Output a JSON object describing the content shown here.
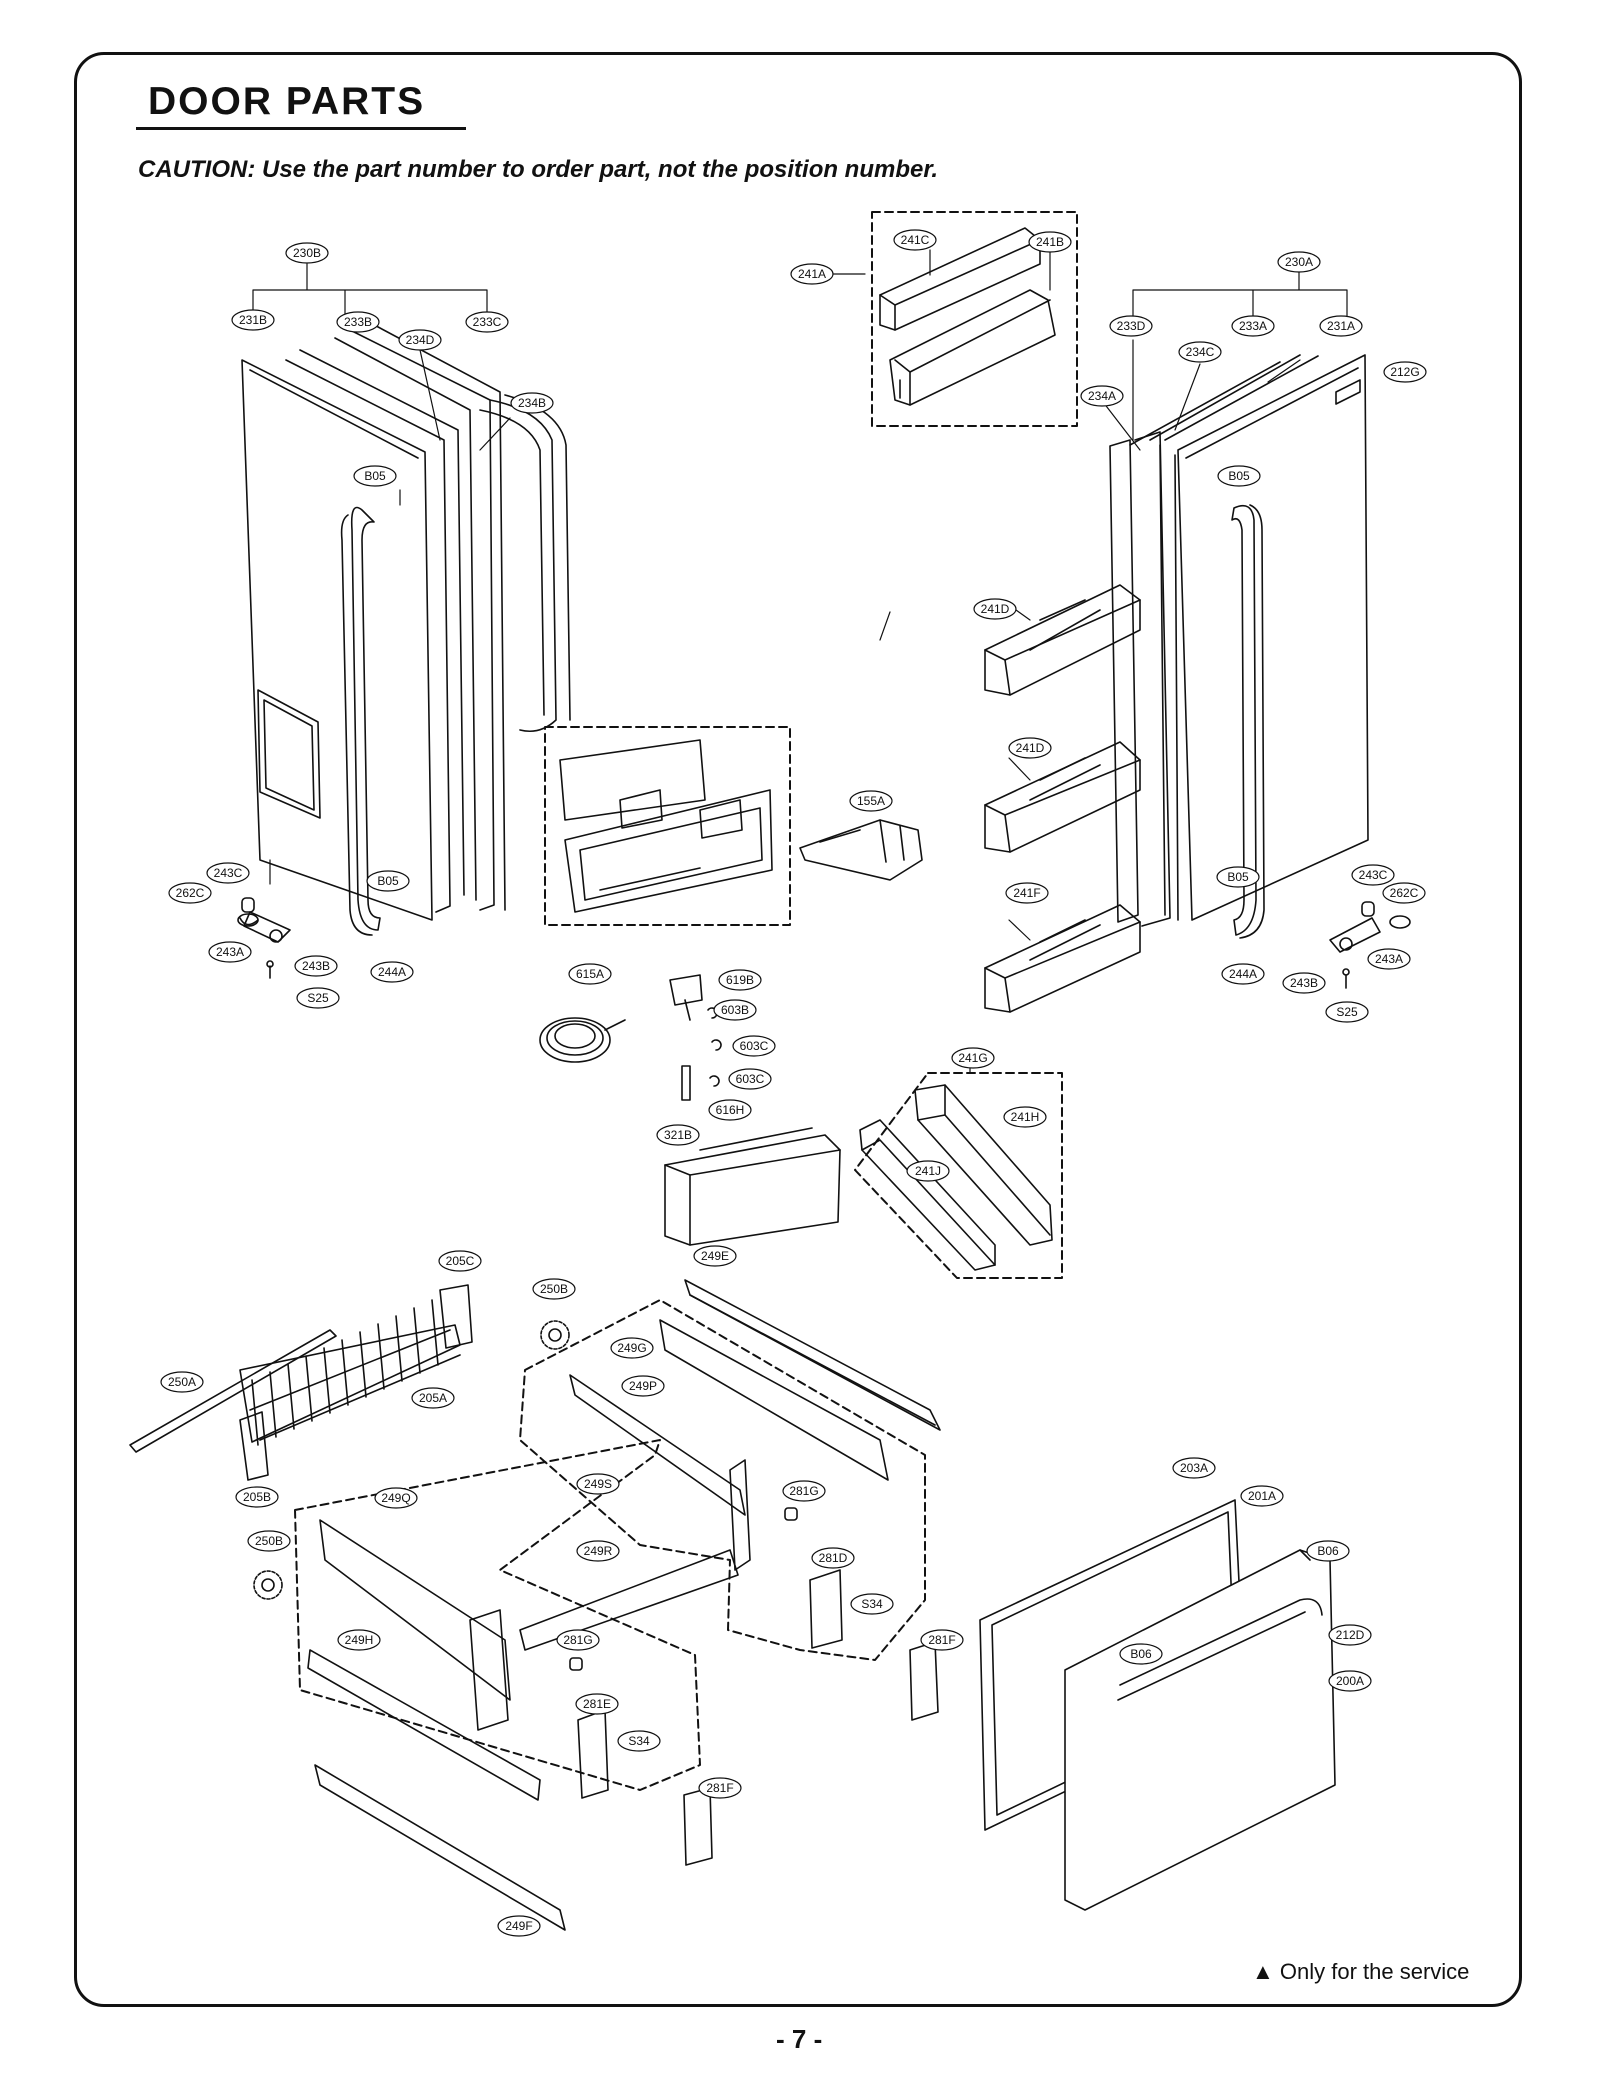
{
  "title": "DOOR PARTS",
  "caution": "CAUTION: Use the part number to order part, not the position number.",
  "service_note": "▲ Only for the service",
  "page_number": "- 7 -",
  "part_labels": [
    "230B",
    "231B",
    "233B",
    "234D",
    "233C",
    "234B",
    "B05",
    "B05",
    "243C",
    "262C",
    "243A",
    "243B",
    "S25",
    "244A",
    "241A",
    "241C",
    "241B",
    "230A",
    "233D",
    "233A",
    "231A",
    "234C",
    "212G",
    "234A",
    "B05",
    "241D",
    "241D",
    "241F",
    "B05",
    "243C",
    "262C",
    "243A",
    "243B",
    "S25",
    "244A",
    "155A",
    "615A",
    "619B",
    "603B",
    "603C",
    "603C",
    "616H",
    "321B",
    "241G",
    "241H",
    "241J",
    "205C",
    "250B",
    "250A",
    "205A",
    "205B",
    "249E",
    "249G",
    "249P",
    "249S",
    "249Q",
    "250B",
    "249R",
    "281G",
    "281D",
    "S34",
    "281F",
    "281G",
    "249H",
    "281E",
    "S34",
    "281F",
    "249F",
    "203A",
    "201A",
    "B06",
    "212D",
    "B06",
    "200A"
  ]
}
